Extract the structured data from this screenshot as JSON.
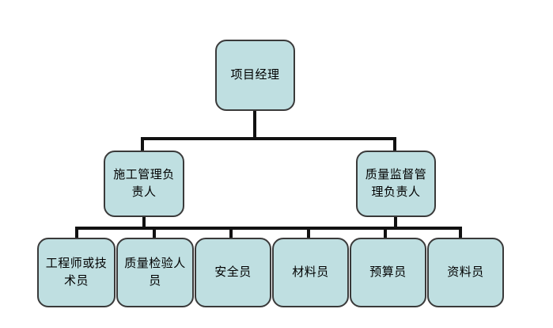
{
  "chart": {
    "title": "",
    "type": "organization-chart",
    "background_color": "#ffffff",
    "node_fill_color": "#bfdfe1",
    "node_border_color": "#3a3a3a",
    "connector_color": "#111111",
    "levels": [
      {
        "level": 1,
        "nodes": [
          {
            "id": "project-manager",
            "label": "项目经理"
          }
        ]
      },
      {
        "level": 2,
        "nodes": [
          {
            "id": "construction-management-lead",
            "label": "施工管理负责人"
          },
          {
            "id": "quality-supervision-management-lead",
            "label": "质量监督管理负责人"
          }
        ]
      },
      {
        "level": 3,
        "nodes": [
          {
            "id": "engineer-or-technician",
            "label": "工程师或技术员"
          },
          {
            "id": "quality-inspection-staff",
            "label": "质量检验人员"
          },
          {
            "id": "safety-officer",
            "label": "安全员"
          },
          {
            "id": "materials-officer",
            "label": "材料员"
          },
          {
            "id": "budget-officer",
            "label": "预算员"
          },
          {
            "id": "documentation-officer",
            "label": "资料员"
          }
        ]
      }
    ]
  }
}
